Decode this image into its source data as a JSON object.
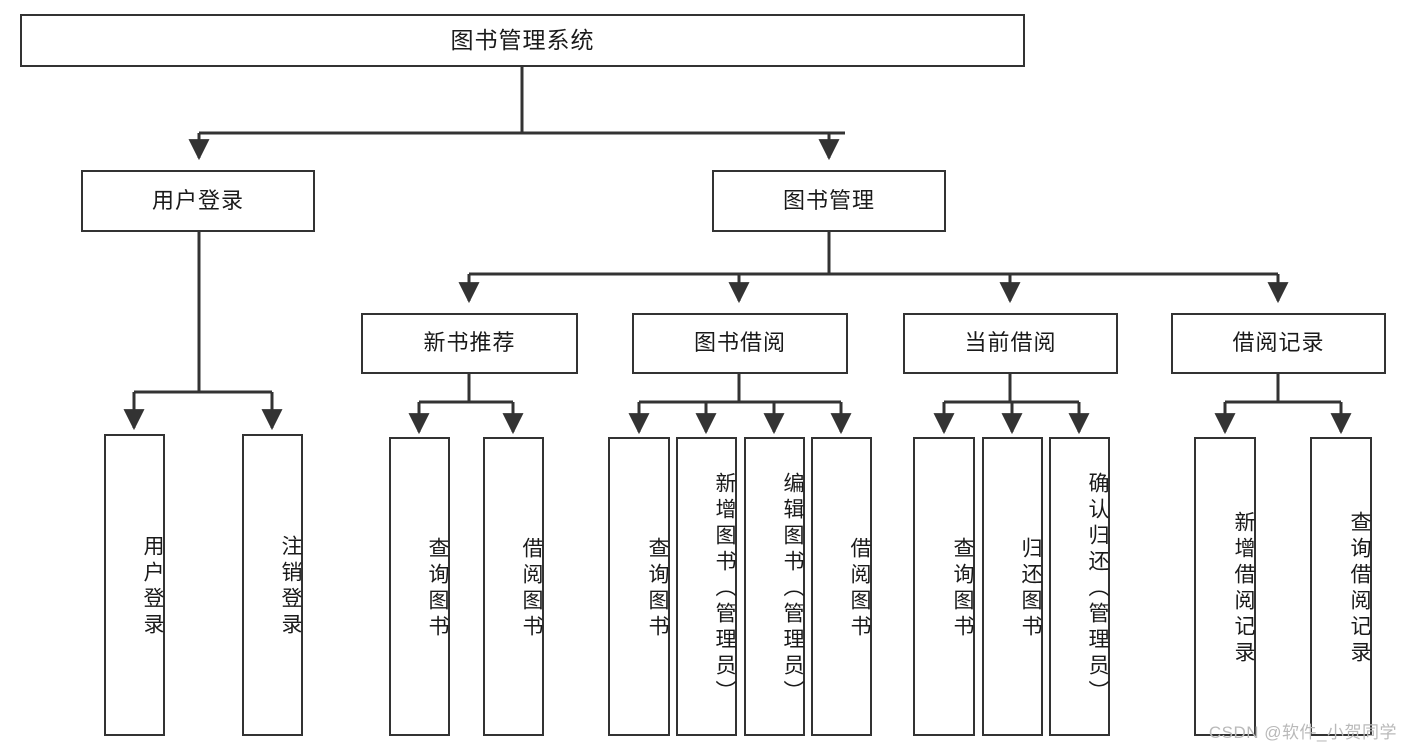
{
  "diagram": {
    "title": "图书管理系统",
    "type": "tree-hierarchy",
    "watermark": "CSDN @软件_小贺同学",
    "colors": {
      "box_border": "#333333",
      "box_fill": "#ffffff",
      "edge": "#333333",
      "text": "#1a1a1a",
      "watermark": "#b9b9b9",
      "background": "#ffffff"
    },
    "levels": {
      "root": {
        "label": "图书管理系统"
      },
      "level2": [
        {
          "id": "user-login",
          "label": "用户登录"
        },
        {
          "id": "book-manage",
          "label": "图书管理"
        }
      ],
      "level3": [
        {
          "id": "new-book-rec",
          "label": "新书推荐"
        },
        {
          "id": "book-borrow",
          "label": "图书借阅"
        },
        {
          "id": "current-borrow",
          "label": "当前借阅"
        },
        {
          "id": "borrow-record",
          "label": "借阅记录"
        }
      ],
      "leaves": {
        "user-login": [
          {
            "id": "leaf-user-login",
            "label": "用户登录"
          },
          {
            "id": "leaf-logout-login",
            "label": "注销登录"
          }
        ],
        "new-book-rec": [
          {
            "id": "leaf-query-book-1",
            "label": "查询图书"
          },
          {
            "id": "leaf-borrow-book-1",
            "label": "借阅图书"
          }
        ],
        "book-borrow": [
          {
            "id": "leaf-query-book-2",
            "label": "查询图书"
          },
          {
            "id": "leaf-add-book",
            "label": "新增图书（管理员）"
          },
          {
            "id": "leaf-edit-book",
            "label": "编辑图书（管理员）"
          },
          {
            "id": "leaf-borrow-book-2",
            "label": "借阅图书"
          }
        ],
        "current-borrow": [
          {
            "id": "leaf-query-book-3",
            "label": "查询图书"
          },
          {
            "id": "leaf-return-book",
            "label": "归还图书"
          },
          {
            "id": "leaf-confirm-return",
            "label": "确认归还（管理员）"
          }
        ],
        "borrow-record": [
          {
            "id": "leaf-add-record",
            "label": "新增借阅记录"
          },
          {
            "id": "leaf-query-record",
            "label": "查询借阅记录"
          }
        ]
      }
    }
  }
}
